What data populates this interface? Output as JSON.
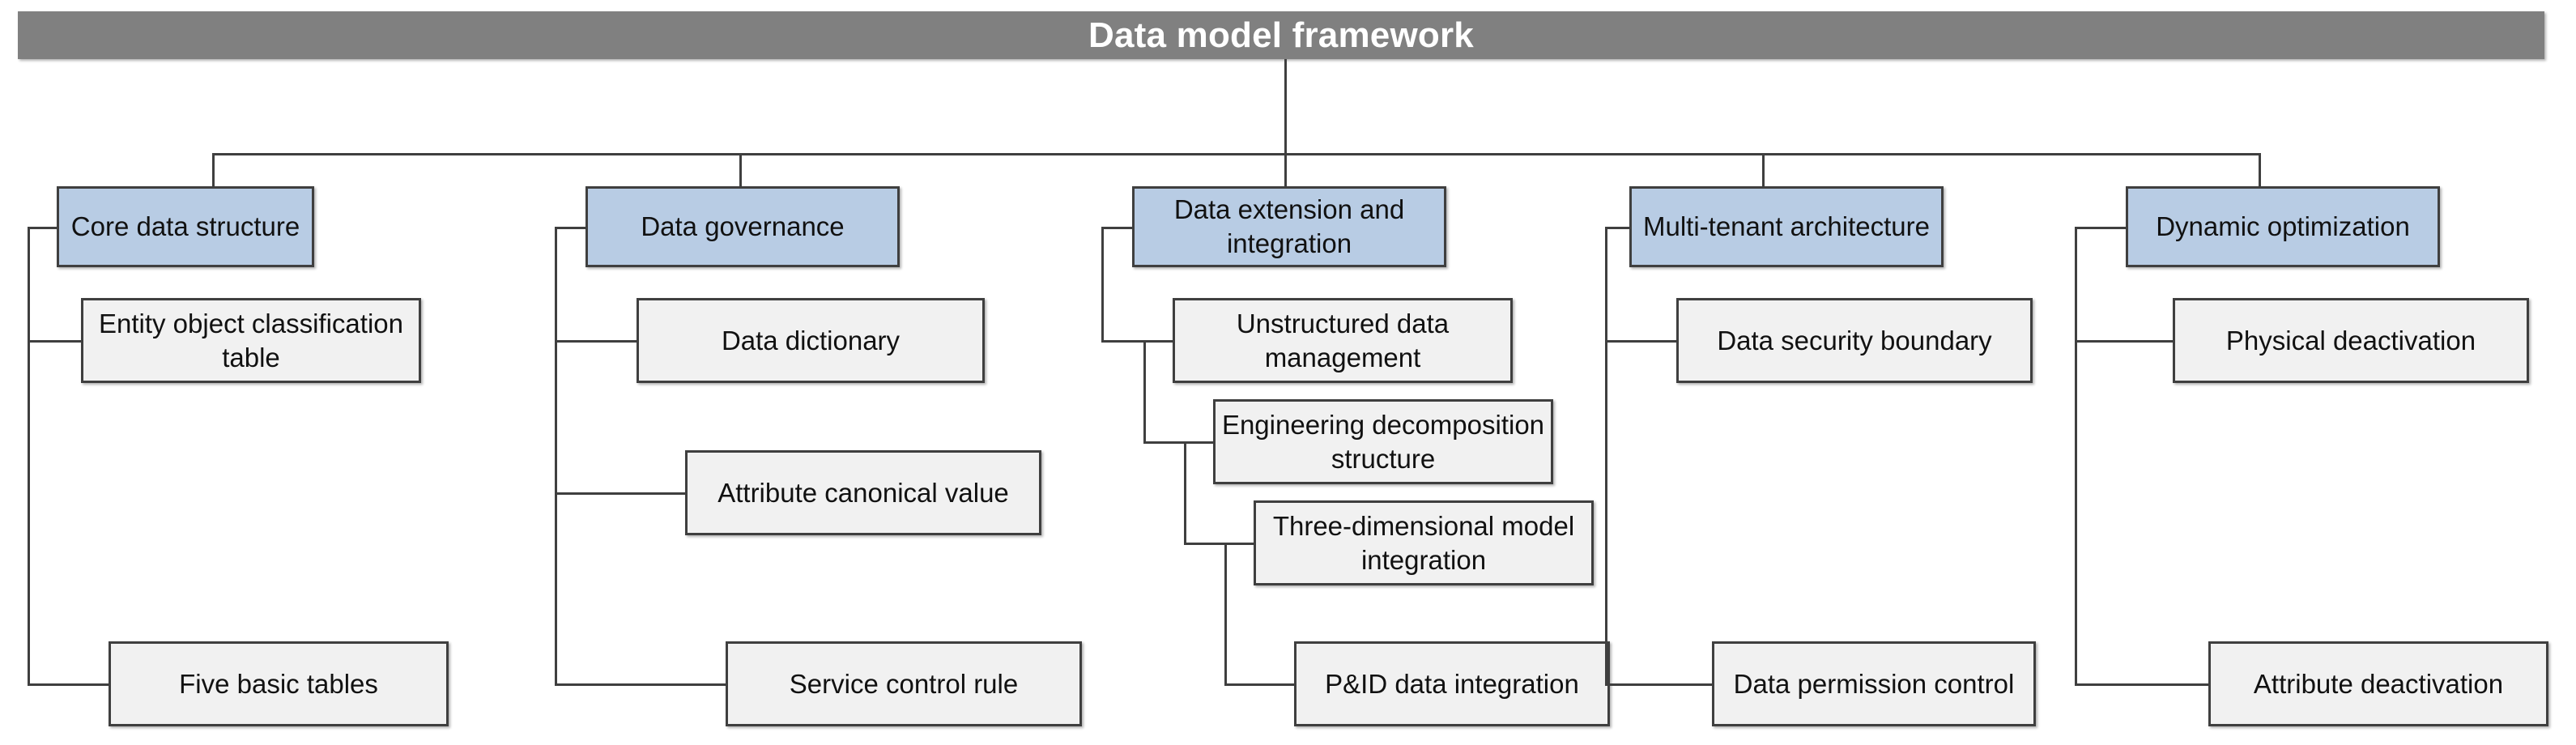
{
  "diagram": {
    "type": "tree",
    "title": "Data model framework",
    "root": {
      "label": "Data model framework",
      "fill": "#808080",
      "text_color": "#ffffff"
    },
    "level1_fill": "#b8cce4",
    "level2_fill": "#f1f1f1",
    "border_color": "#3f3f3f",
    "branches": [
      {
        "label": "Core data structure",
        "children": [
          {
            "label": "Entity object classification table"
          },
          {
            "label": "Five basic tables"
          }
        ]
      },
      {
        "label": "Data governance",
        "children": [
          {
            "label": "Data dictionary"
          },
          {
            "label": "Attribute canonical value"
          },
          {
            "label": "Service control rule"
          }
        ]
      },
      {
        "label": "Data extension and integration",
        "children": [
          {
            "label": "Unstructured data management"
          },
          {
            "label": "Engineering decomposition structure"
          },
          {
            "label": "Three-dimensional model integration"
          },
          {
            "label": "P&ID data integration"
          }
        ]
      },
      {
        "label": "Multi-tenant architecture",
        "children": [
          {
            "label": "Data security boundary"
          },
          {
            "label": "Data permission control"
          }
        ]
      },
      {
        "label": "Dynamic optimization",
        "children": [
          {
            "label": "Physical deactivation"
          },
          {
            "label": "Attribute deactivation"
          }
        ]
      }
    ]
  },
  "nodes": {
    "root": "Data model framework",
    "b1": "Core data structure",
    "b1c1": "Entity object classification table",
    "b1c2": "Five basic tables",
    "b2": "Data governance",
    "b2c1": "Data dictionary",
    "b2c2": "Attribute canonical value",
    "b2c3": "Service control rule",
    "b3": "Data extension and integration",
    "b3c1": "Unstructured data management",
    "b3c2": "Engineering decomposition structure",
    "b3c3": "Three-dimensional model integration",
    "b3c4": "P&ID data integration",
    "b4": "Multi-tenant architecture",
    "b4c1": "Data security boundary",
    "b4c2": "Data permission control",
    "b5": "Dynamic optimization",
    "b5c1": "Physical deactivation",
    "b5c2": "Attribute deactivation"
  }
}
